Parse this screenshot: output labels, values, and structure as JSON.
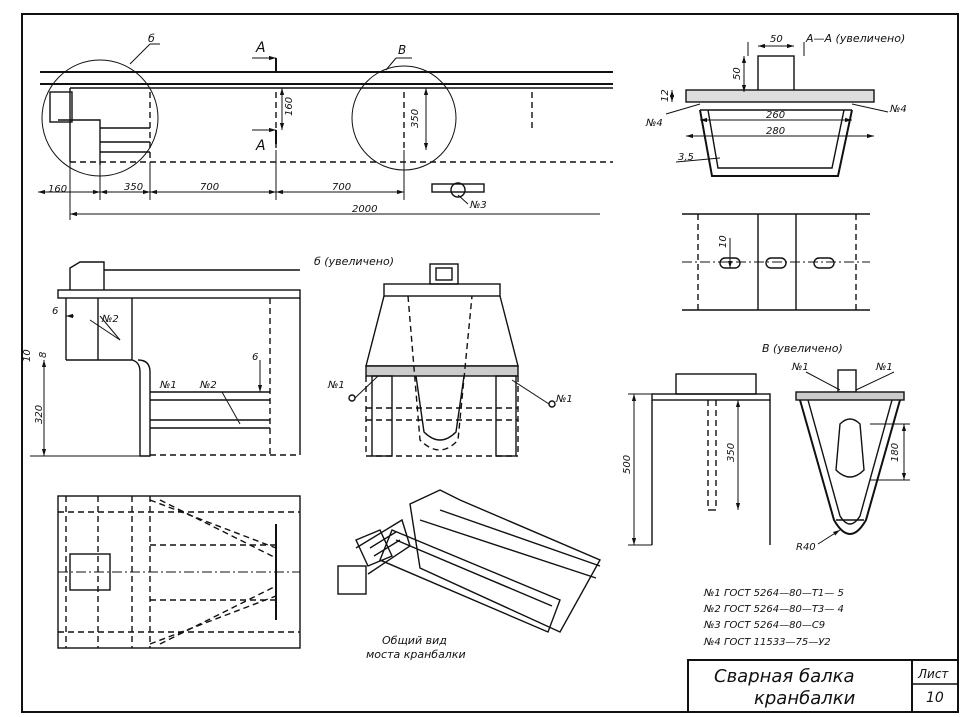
{
  "main_view": {
    "dim_160": "160",
    "dim_350": "350",
    "dim_700a": "700",
    "dim_700b": "700",
    "dim_2000": "2000",
    "dim_160v": "160",
    "dim_350v": "350",
    "section_a1": "A",
    "section_a2": "A",
    "callout_b": "б",
    "callout_v": "В",
    "weld_3": "№3"
  },
  "section_aa": {
    "title": "А—А (увеличено)",
    "dim_50w": "50",
    "dim_50h": "50",
    "dim_12": "12",
    "dim_260": "260",
    "dim_280": "280",
    "dim_35": "3,5",
    "weld_4l": "№4",
    "weld_4r": "№4"
  },
  "slot_view": {
    "dim_10": "10"
  },
  "detail_b": {
    "title": "б (увеличено)",
    "dim_6": "6",
    "dim_10": "10",
    "dim_8": "8",
    "dim_320": "320",
    "dim_6b": "6",
    "weld_2a": "№2",
    "weld_1": "№1",
    "weld_2b": "№2",
    "weld_1l": "№1",
    "weld_1r": "№1"
  },
  "detail_v": {
    "title": "В (увеличено)",
    "dim_500": "500",
    "dim_350": "350",
    "dim_180": "180",
    "dim_r40": "R40",
    "weld_1l": "№1",
    "weld_1r": "№1"
  },
  "iso_caption": {
    "line1": "Общий вид",
    "line2": "моста кранбалки"
  },
  "weld_specs": [
    "№1 ГОСТ 5264—80—Т1— 5",
    "№2 ГОСТ 5264—80—Т3— 4",
    "№3 ГОСТ 5264—80—С9",
    "№4 ГОСТ 11533—75—У2"
  ],
  "title_block": {
    "title_line1": "Сварная балка",
    "title_line2": "кранбалки",
    "sheet_label": "Лист",
    "sheet_number": "10"
  }
}
